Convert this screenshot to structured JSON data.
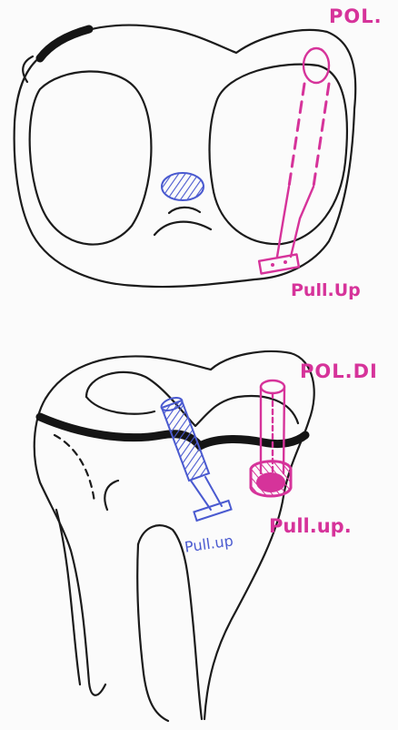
{
  "labels": {
    "top_pol": "POL.",
    "top_pull_up": "Pull.Up",
    "bottom_pol": "POL.DI",
    "bottom_pull_up_magenta": "Pull.up.",
    "bottom_pull_up_blue": "Pull.up"
  },
  "colors": {
    "ink": "#1b1b1b",
    "magenta": "#d6339a",
    "blue": "#4a5ad0"
  }
}
